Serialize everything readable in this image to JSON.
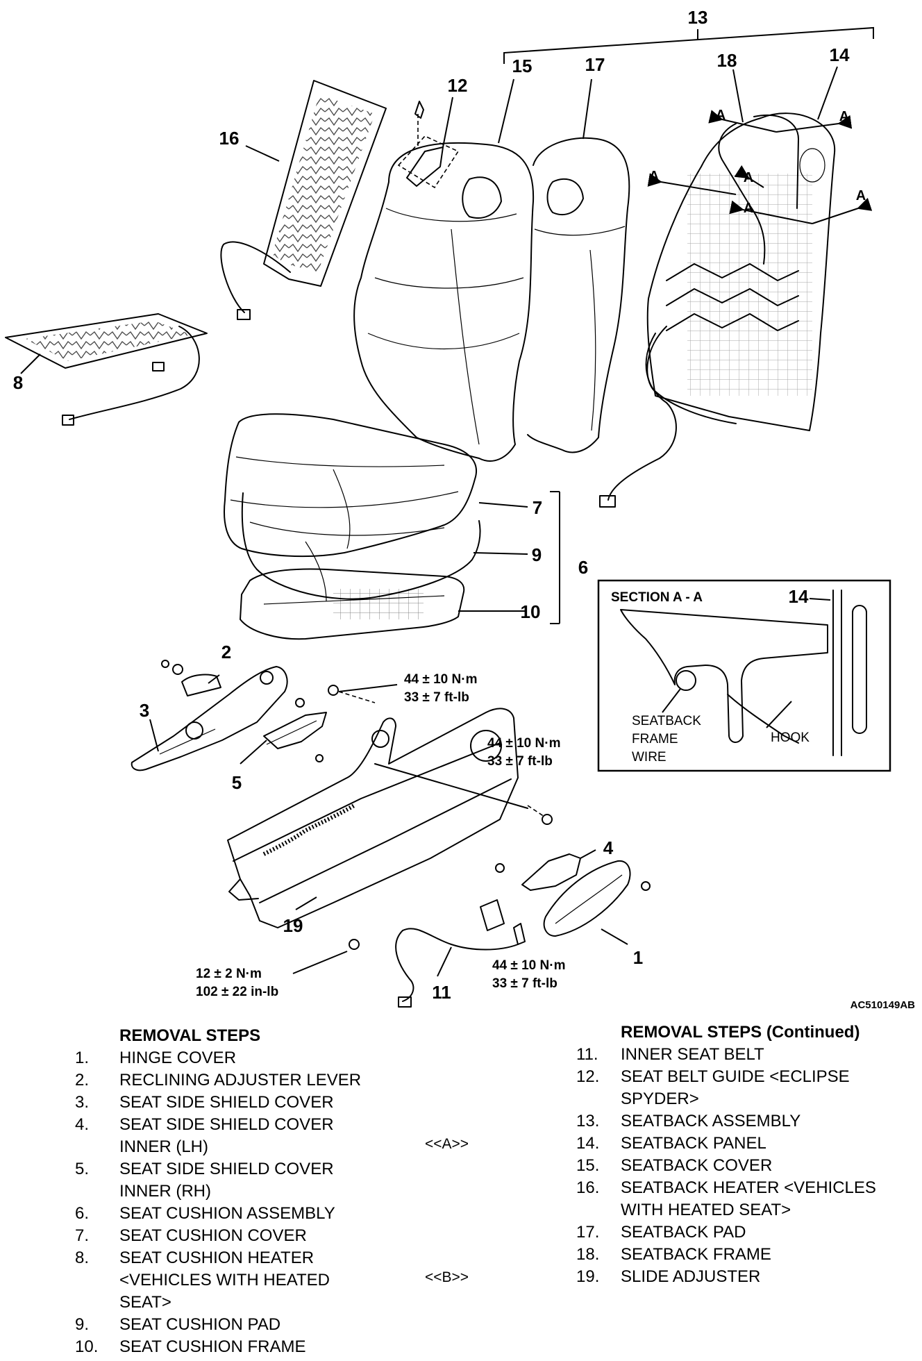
{
  "diagram": {
    "callouts": [
      "1",
      "2",
      "3",
      "4",
      "5",
      "6",
      "7",
      "8",
      "9",
      "10",
      "11",
      "12",
      "13",
      "14",
      "15",
      "16",
      "17",
      "18",
      "19"
    ],
    "section_marker": "A",
    "torques": {
      "t_cushion": [
        "44 ± 10 N·m",
        "33 ± 7 ft-lb"
      ],
      "t_right": [
        "44 ± 10 N·m",
        "33 ± 7 ft-lb"
      ],
      "t_belt": [
        "44 ± 10 N·m",
        "33 ± 7 ft-lb"
      ],
      "t_slide": [
        "12 ± 2 N·m",
        "102 ± 22 in-lb"
      ]
    },
    "section": {
      "title": "SECTION A - A",
      "callout": "14",
      "wire_label": [
        "SEATBACK",
        "FRAME",
        "WIRE"
      ],
      "hook_label": "HOOK"
    },
    "figure_id": "AC510149AB"
  },
  "removal_steps": {
    "title": "REMOVAL STEPS",
    "items": [
      {
        "num": "1.",
        "lines": [
          "HINGE COVER"
        ]
      },
      {
        "num": "2.",
        "lines": [
          "RECLINING ADJUSTER LEVER"
        ]
      },
      {
        "num": "3.",
        "lines": [
          "SEAT SIDE SHIELD COVER"
        ]
      },
      {
        "num": "4.",
        "lines": [
          "SEAT SIDE SHIELD COVER",
          "INNER (LH)"
        ]
      },
      {
        "num": "5.",
        "lines": [
          "SEAT SIDE SHIELD COVER",
          "INNER (RH)"
        ]
      },
      {
        "num": "6.",
        "lines": [
          "SEAT CUSHION ASSEMBLY"
        ]
      },
      {
        "num": "7.",
        "lines": [
          "SEAT CUSHION COVER"
        ]
      },
      {
        "num": "8.",
        "lines": [
          "SEAT CUSHION HEATER",
          "<VEHICLES WITH HEATED",
          "SEAT>"
        ]
      },
      {
        "num": "9.",
        "lines": [
          "SEAT CUSHION PAD"
        ]
      },
      {
        "num": "10.",
        "lines": [
          "SEAT CUSHION FRAME"
        ]
      }
    ],
    "refs": [
      "<<A>>",
      "<<B>>"
    ]
  },
  "removal_steps_continued": {
    "title": "REMOVAL STEPS (Continued)",
    "items": [
      {
        "num": "11.",
        "lines": [
          "INNER SEAT BELT"
        ]
      },
      {
        "num": "12.",
        "lines": [
          "SEAT BELT GUIDE <ECLIPSE",
          "SPYDER>"
        ]
      },
      {
        "num": "13.",
        "lines": [
          "SEATBACK ASSEMBLY"
        ]
      },
      {
        "num": "14.",
        "lines": [
          "SEATBACK PANEL"
        ]
      },
      {
        "num": "15.",
        "lines": [
          "SEATBACK COVER"
        ]
      },
      {
        "num": "16.",
        "lines": [
          "SEATBACK HEATER <VEHICLES",
          "WITH HEATED SEAT>"
        ]
      },
      {
        "num": "17.",
        "lines": [
          "SEATBACK PAD"
        ]
      },
      {
        "num": "18.",
        "lines": [
          "SEATBACK FRAME"
        ]
      },
      {
        "num": "19.",
        "lines": [
          "SLIDE ADJUSTER"
        ]
      }
    ]
  }
}
